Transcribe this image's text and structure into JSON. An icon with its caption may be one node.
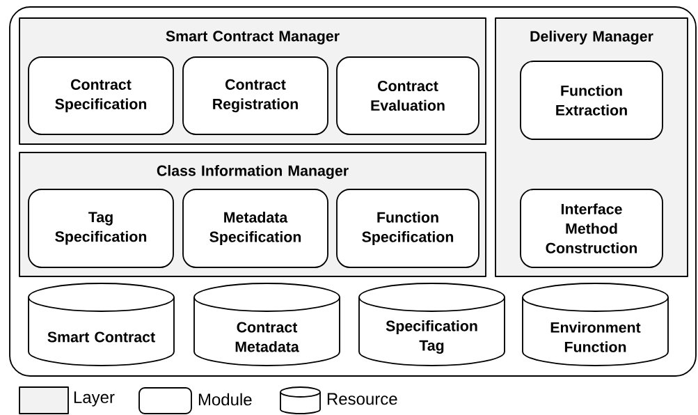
{
  "diagram": {
    "nodes": [
      {
        "text": [],
        "shape": "box"
      },
      {
        "text": [
          "Smart Contract Manager"
        ],
        "in": 0
      },
      {
        "text": [
          "Contract Specification"
        ],
        "in": 1
      },
      {
        "text": [
          "Contract Registration"
        ],
        "in": 1
      },
      {
        "text": [
          "Contract Evaluation"
        ],
        "in": 1
      },
      {
        "text": [
          "Delivery  Manager"
        ],
        "in": 0
      },
      {
        "text": [
          "Function Extraction"
        ],
        "in": 5
      },
      {
        "text": [
          "Class Information Manager"
        ],
        "in": 0
      },
      {
        "text": [
          "Tag Specification"
        ],
        "in": 7
      },
      {
        "text": [
          "Metadata Specification"
        ],
        "in": 7
      },
      {
        "text": [
          "Function Specification"
        ],
        "in": 7
      },
      {
        "text": [
          "Interface Method Construction"
        ],
        "in": 5
      },
      {
        "text": [
          "Smart Contract"
        ],
        "in": 0
      },
      {
        "text": [
          "Contract Metadata"
        ],
        "in": 0
      },
      {
        "text": [
          "Specification Tag"
        ],
        "in": 0
      },
      {
        "text": [
          "Environment Function"
        ],
        "in": 0
      }
    ],
    "legend": [
      {
        "text": "Layer"
      },
      {
        "text": "Module"
      },
      {
        "text": "Resource"
      }
    ]
  }
}
